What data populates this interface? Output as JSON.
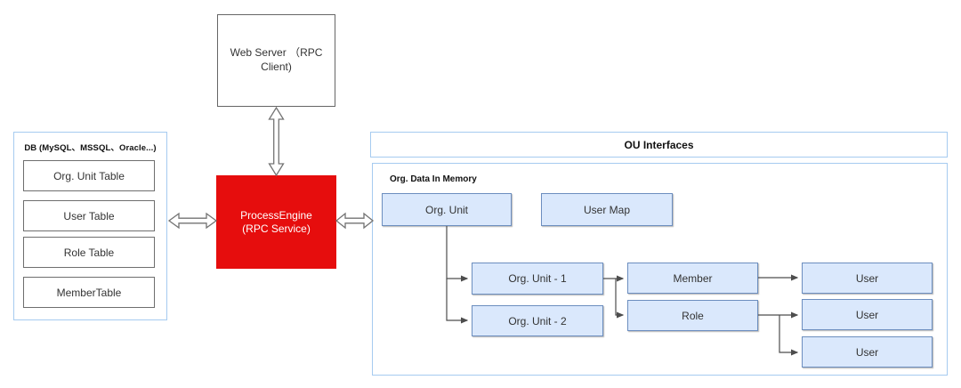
{
  "diagram": {
    "web_server": {
      "label": "Web Server （RPC Client)"
    },
    "process_engine": {
      "line1": "ProcessEngine",
      "line2": "(RPC Service)"
    },
    "db_panel": {
      "title": "DB (MySQL、MSSQL、Oracle...)",
      "tables": [
        "Org. Unit Table",
        "User Table",
        "Role Table",
        "MemberTable"
      ]
    },
    "ou_header": {
      "title": "OU Interfaces"
    },
    "memory_panel": {
      "title": "Org. Data In Memory",
      "nodes": {
        "org_unit": "Org. Unit",
        "user_map": "User Map",
        "org_unit_1": "Org. Unit - 1",
        "org_unit_2": "Org. Unit - 2",
        "member": "Member",
        "role": "Role",
        "users": [
          "User",
          "User",
          "User"
        ]
      }
    },
    "colors": {
      "node_fill": "#dae8fc",
      "node_border": "#6c8ebf",
      "panel_border": "#a6cbf0",
      "engine_fill": "#e60d0d",
      "connector": "#4d4d4d"
    }
  }
}
